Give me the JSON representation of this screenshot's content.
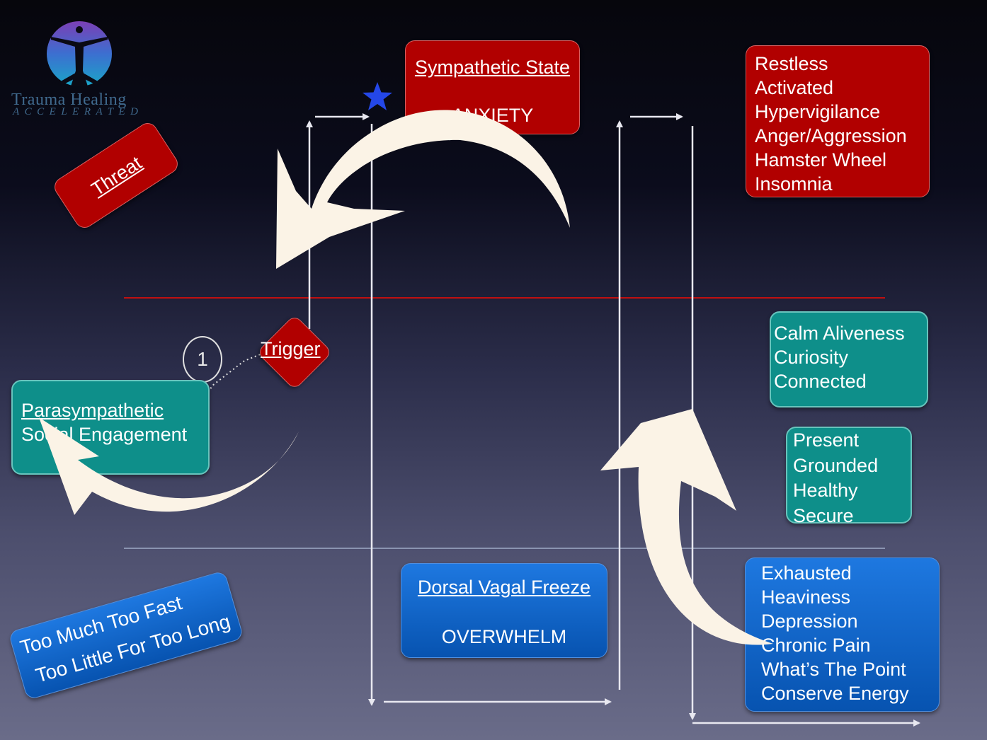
{
  "logo": {
    "line1": "Trauma Healing",
    "line2": "ACCELERATED"
  },
  "threat": {
    "label": "Threat"
  },
  "trigger": {
    "label": "Trigger"
  },
  "sympathetic": {
    "title": "Sympathetic State",
    "subtitle": "ANXIETY"
  },
  "parasympathetic": {
    "line1": "Parasympathetic",
    "line2": "Social Engagement"
  },
  "dorsal": {
    "title": "Dorsal Vagal Freeze",
    "subtitle": "OVERWHELM"
  },
  "step_number": "1",
  "too_much": {
    "line1": "Too Much Too Fast",
    "line2": "Too Little For Too Long"
  },
  "sympathetic_traits": [
    "Restless",
    "Activated",
    "Hypervigilance",
    "Anger/Aggression",
    "Hamster Wheel",
    "Insomnia"
  ],
  "calm_traits": [
    "Calm Aliveness",
    "Curiosity",
    "Connected"
  ],
  "present_traits": [
    "Present",
    "Grounded",
    "Healthy",
    "Secure"
  ],
  "dorsal_traits": [
    "Exhausted",
    "Heaviness",
    "Depression",
    "Chronic Pain",
    "What’s The Point",
    "Conserve Energy"
  ],
  "colors": {
    "sympathetic": "#b10000",
    "ventral": "#0e8f8a",
    "dorsal": "#0a5fc4",
    "threshold_top": "#c01010",
    "threshold_bottom": "#8a94b0",
    "curved_arrow": "#fbf3e6"
  }
}
